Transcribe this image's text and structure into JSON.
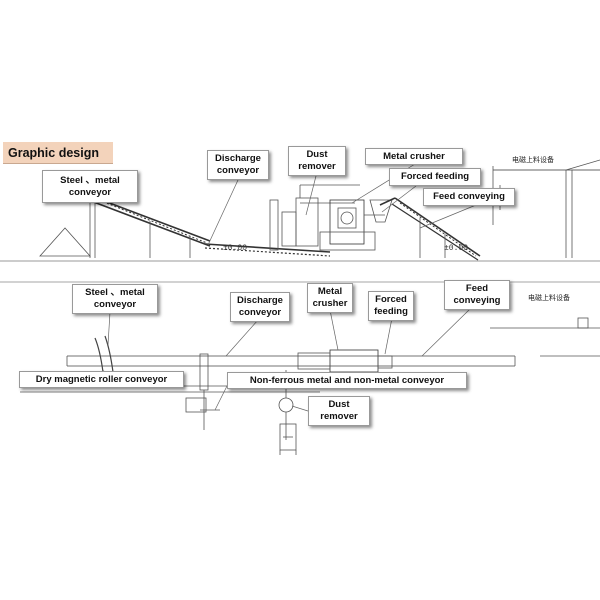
{
  "title": "Graphic design",
  "elevation": {
    "upper_sections": {
      "steel_metal_conveyor": "Steel 、metal\nconveyor",
      "discharge_conveyor": "Discharge\nconveyor",
      "dust_remover": "Dust\nremover",
      "metal_crusher": "Metal crusher",
      "forced_feeding": "Forced feeding",
      "feed_conveying": "Feed conveying"
    },
    "cn_label": "电磁上料设备",
    "level_left": "±0.00",
    "level_right": "±0.00"
  },
  "plan": {
    "steel_metal_conveyor": "Steel 、metal\nconveyor",
    "discharge_conveyor": "Discharge\nconveyor",
    "metal_crusher": "Metal\ncrusher",
    "forced_feeding": "Forced\nfeeding",
    "feed_conveying": "Feed\nconveying",
    "dry_magnetic_roller_conveyor": "Dry magnetic roller conveyor",
    "non_ferrous_conveyor": "Non-ferrous metal and non-metal conveyor",
    "dust_remover": "Dust\nremover",
    "cn_label": "电磁上料设备"
  }
}
